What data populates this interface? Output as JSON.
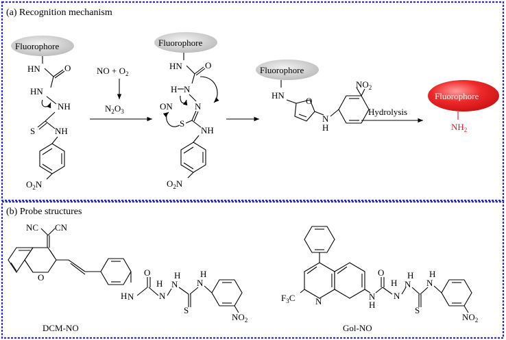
{
  "panels": {
    "top": {
      "title": "(a)  Recognition mechanism"
    },
    "bottom": {
      "title": "(b)  Probe structures"
    }
  },
  "labels": {
    "fluorophore": "Fluorophore",
    "hn": "HN",
    "nh": "NH",
    "n": "N",
    "s": "S",
    "h": "H",
    "o": "O",
    "nc": "NC",
    "cn": "CN",
    "nh2": "NH",
    "two": "2",
    "o2n": "O",
    "no2": "NO",
    "on": "ON",
    "three": "3",
    "f3c": "F",
    "c": "C"
  },
  "reagents": {
    "no_o2": "NO + O",
    "n2o3_n": "N",
    "n2o3_o": "O",
    "hydrolysis": "Hydrolysis"
  },
  "probes": {
    "probe1": "DCM-NO",
    "probe2": "Gol-NO"
  },
  "colors": {
    "border": "#2b2bd1",
    "fluorophore_gray": "#c9c9c9",
    "fluorophore_red": "#e8141c",
    "amine_red": "#e8141c"
  }
}
